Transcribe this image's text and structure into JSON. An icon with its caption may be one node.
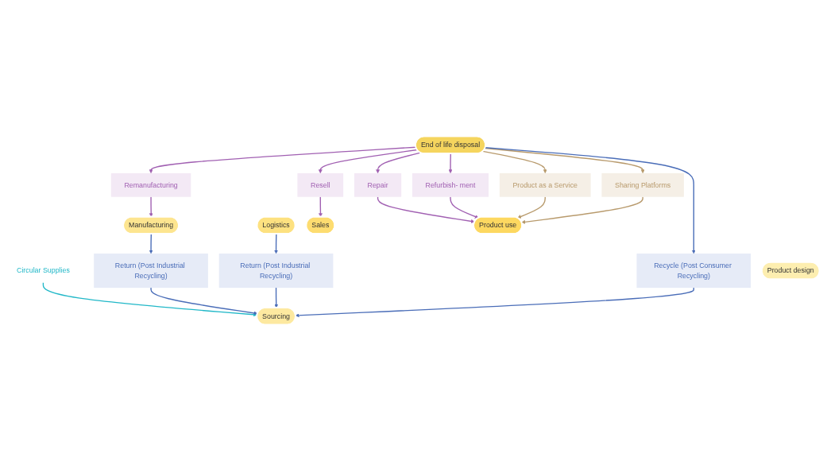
{
  "diagram": {
    "nodes": [
      {
        "text": [
          "Product design"
        ]
      },
      {
        "text": [
          "Sourcing"
        ]
      },
      {
        "text": [
          "Manufacturing"
        ]
      },
      {
        "text": [
          "Logistics"
        ]
      },
      {
        "text": [
          "Sales"
        ]
      },
      {
        "text": [
          "Product use"
        ]
      },
      {
        "text": [
          "End of life disposal"
        ]
      },
      {
        "text": [
          "Circular Supplies"
        ]
      },
      {
        "text": [
          "Remanufacturing"
        ]
      },
      {
        "text": [
          "Resell"
        ]
      },
      {
        "text": [
          "Repair"
        ]
      },
      {
        "text": [
          "Refurbish- ment"
        ]
      },
      {
        "text": [
          "Return (Post Industrial Recycling)"
        ]
      },
      {
        "text": [
          "Return (Post Industrial Recycling)"
        ]
      },
      {
        "text": [
          "Product as a Service"
        ]
      },
      {
        "text": [
          "Sharing Platforms"
        ]
      },
      {
        "text": [
          "Recycle (Post Consumer Recycling)"
        ]
      }
    ],
    "edges": [
      {
        "from": 7,
        "to": 1,
        "arrow": "to",
        "color": "#22b8c8"
      },
      {
        "from": 6,
        "to": 8,
        "arrow": "to"
      },
      {
        "from": 8,
        "to": 2,
        "arrow": "to"
      },
      {
        "from": 6,
        "to": 9,
        "arrow": "to"
      },
      {
        "from": 9,
        "to": 4,
        "arrow": "to"
      },
      {
        "from": 6,
        "to": 10,
        "arrow": "to"
      },
      {
        "from": 10,
        "to": 5,
        "arrow": "to"
      },
      {
        "from": 6,
        "to": 11,
        "arrow": "to"
      },
      {
        "from": 11,
        "to": 5,
        "arrow": "to"
      },
      {
        "from": 2,
        "to": 12,
        "arrow": "to",
        "color": "#4a6db8"
      },
      {
        "from": 12,
        "to": 1,
        "arrow": "to",
        "color": "#4a6db8"
      },
      {
        "from": 3,
        "to": 13,
        "arrow": "to",
        "color": "#4a6db8"
      },
      {
        "from": 13,
        "to": 1,
        "arrow": "to",
        "color": "#4a6db8"
      },
      {
        "from": 6,
        "to": 14,
        "arrow": "to",
        "color": "#b89a6c"
      },
      {
        "from": 14,
        "to": 5,
        "arrow": "to",
        "color": "#b89a6c"
      },
      {
        "from": 6,
        "to": 15,
        "arrow": "to",
        "color": "#b89a6c"
      },
      {
        "from": 15,
        "to": 5,
        "arrow": "to",
        "color": "#b89a6c"
      },
      {
        "from": 6,
        "to": 16,
        "arrow": "to",
        "color": "#4a6db8"
      },
      {
        "from": 16,
        "to": 1,
        "arrow": "to",
        "color": "#4a6db8"
      }
    ]
  }
}
